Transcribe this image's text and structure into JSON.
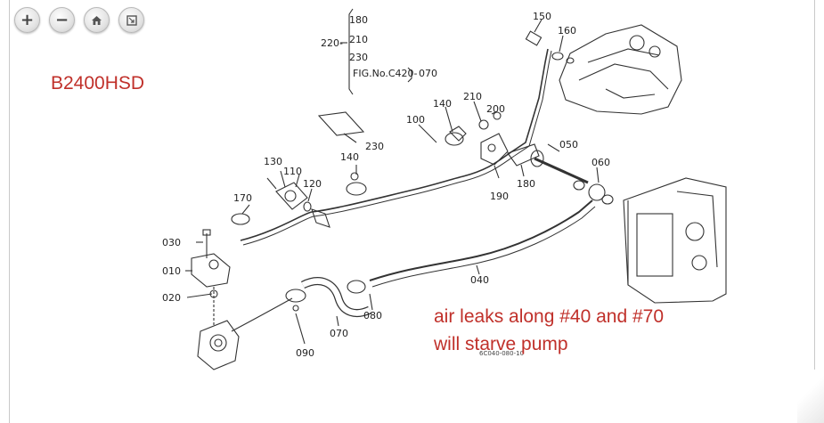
{
  "toolbar": {
    "zoom_in_label": "+",
    "zoom_out_label": "−",
    "home_icon": "home-icon",
    "fit_icon": "fit-window-icon"
  },
  "model_label": "B2400HSD",
  "note_line1": "air leaks along #40 and #70",
  "note_line2": "will starve pump",
  "figure": {
    "fig_ref": "FIG.No.C420-",
    "fig_ref_end": "070",
    "group_220": "220-",
    "group_items": [
      "180",
      "210",
      "230"
    ],
    "drawing_code": "6C040-080-10"
  },
  "parts": {
    "p010": "010",
    "p020": "020",
    "p030": "030",
    "p040": "040",
    "p050": "050",
    "p060": "060",
    "p070": "070",
    "p080": "080",
    "p090": "090",
    "p100": "100",
    "p110": "110",
    "p120": "120",
    "p130": "130",
    "p140a": "140",
    "p140b": "140",
    "p150": "150",
    "p160": "160",
    "p170": "170",
    "p180": "180",
    "p190": "190",
    "p200": "200",
    "p210": "210",
    "p230": "230"
  },
  "colors": {
    "annotation": "#c0302a",
    "line_art": "#333333"
  }
}
